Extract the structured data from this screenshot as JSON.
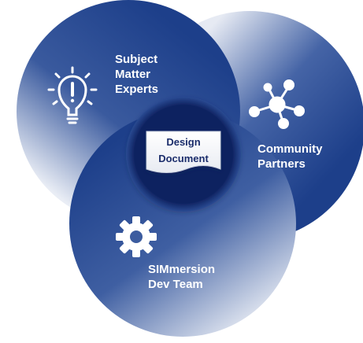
{
  "diagram": {
    "circles": [
      {
        "id": "subject-matter-experts",
        "lines": [
          "Subject",
          "Matter",
          "Experts"
        ],
        "icon": "lightbulb-icon"
      },
      {
        "id": "community-partners",
        "lines": [
          "Community",
          "Partners"
        ],
        "icon": "network-icon"
      },
      {
        "id": "simmersion-dev-team",
        "lines": [
          "SIMmersion",
          "Dev Team"
        ],
        "icon": "gear-icon"
      }
    ],
    "center": {
      "lines": [
        "Design",
        "Document"
      ],
      "icon": "document-icon"
    }
  },
  "colors": {
    "circle_dark": "#1d3f8a",
    "circle_light": "#e9edf5",
    "center_navy": "#0e2260",
    "text": "#ffffff"
  }
}
